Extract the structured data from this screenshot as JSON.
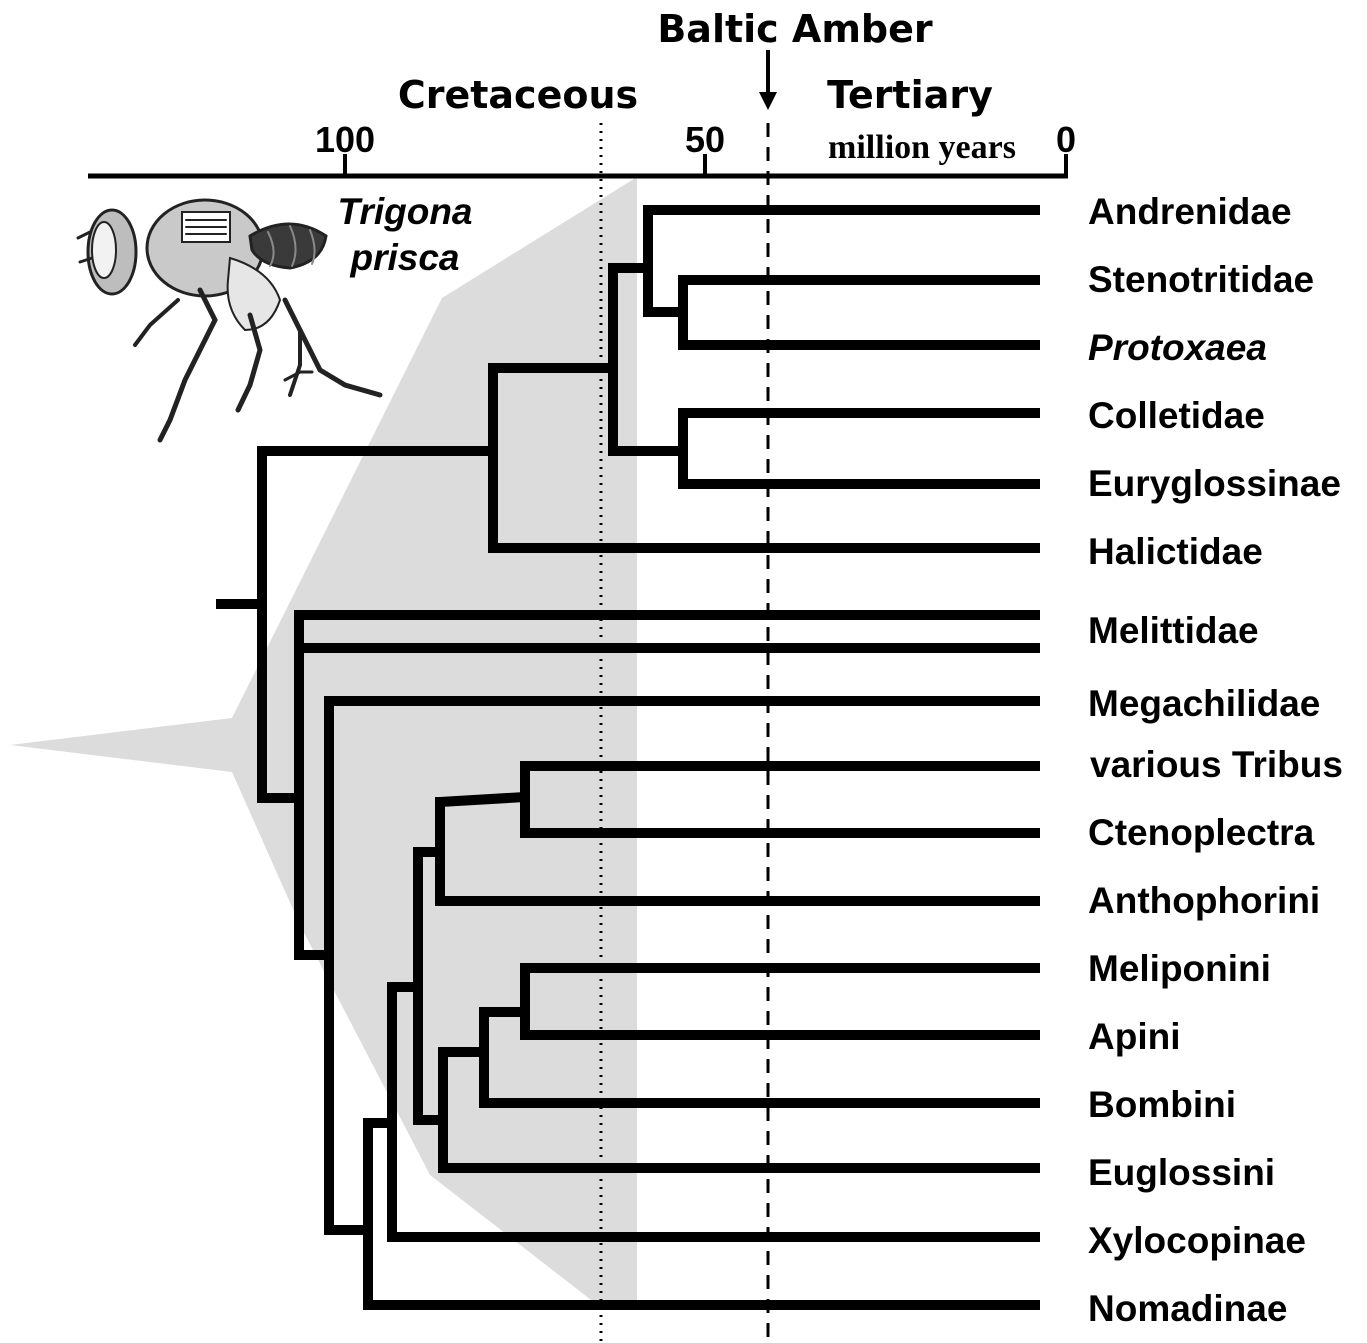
{
  "figure": {
    "axis_unit": "million years",
    "axis_ticks": [
      "100",
      "50",
      "0"
    ],
    "period_labels": {
      "cretaceous": "Cretaceous",
      "tertiary": "Tertiary"
    },
    "marker_label": "Baltic Amber",
    "fossil_label_line1": "Trigona",
    "fossil_label_line2": "prisca",
    "fossil_illustration": "bee-drawing"
  },
  "taxa": [
    {
      "label": "Andrenidae",
      "italic": false
    },
    {
      "label": "Stenotritidae",
      "italic": false
    },
    {
      "label": "Protoxaea",
      "italic": true
    },
    {
      "label": "Colletidae",
      "italic": false
    },
    {
      "label": "Euryglossinae",
      "italic": false
    },
    {
      "label": "Halictidae",
      "italic": false
    },
    {
      "label": "Melittidae",
      "italic": false
    },
    {
      "label": "Megachilidae",
      "italic": false
    },
    {
      "label": "various Tribus",
      "italic": false
    },
    {
      "label": "Ctenoplectra",
      "italic": false
    },
    {
      "label": "Anthophorini",
      "italic": false
    },
    {
      "label": "Meliponini",
      "italic": false
    },
    {
      "label": "Apini",
      "italic": false
    },
    {
      "label": "Bombini",
      "italic": false
    },
    {
      "label": "Euglossini",
      "italic": false
    },
    {
      "label": "Xylocopinae",
      "italic": false
    },
    {
      "label": "Nomadinae",
      "italic": false
    }
  ],
  "colors": {
    "lines": "#000000",
    "shade": "#dcdcdc"
  }
}
